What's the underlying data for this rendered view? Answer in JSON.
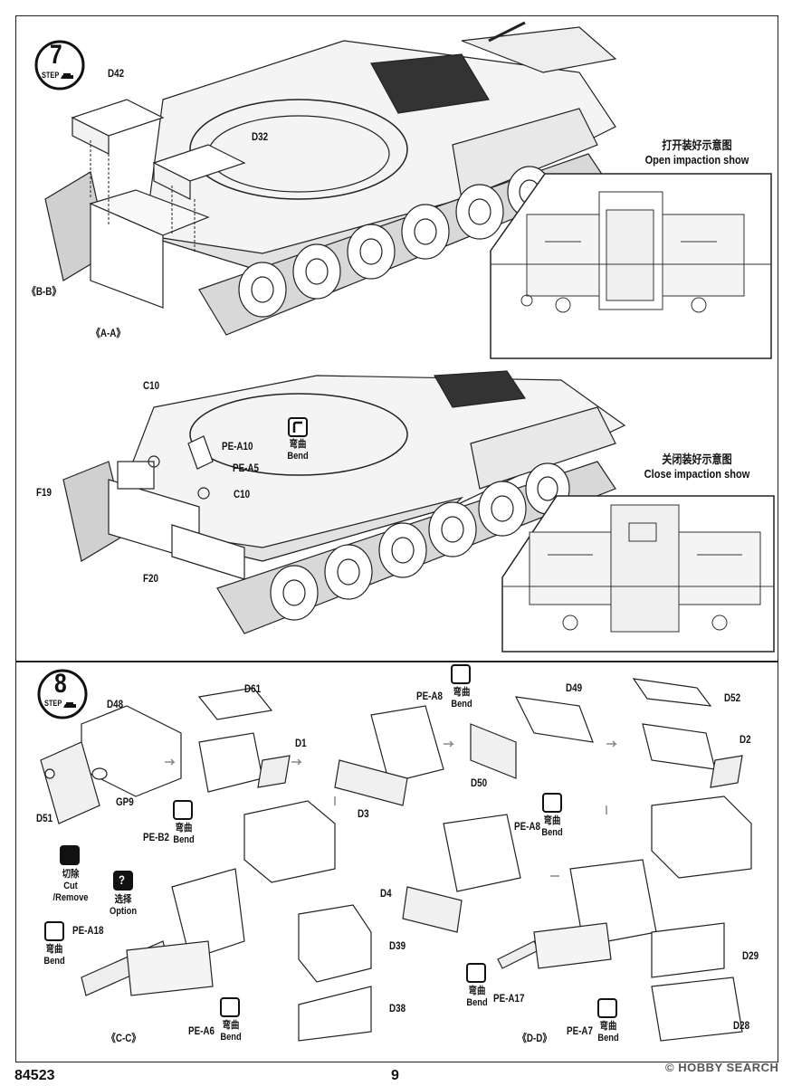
{
  "step7": {
    "number": "7",
    "word": "STEP",
    "labels": {
      "d42": "D42",
      "d32": "D32",
      "bb": "《B-B》",
      "aa": "《A-A》",
      "c10_top": "C10",
      "pe_a10": "PE-A10",
      "pe_a5": "PE-A5",
      "f19": "F19",
      "c10_mid": "C10",
      "f20": "F20"
    },
    "bend": {
      "cn": "弯曲",
      "en": "Bend"
    },
    "open_note": {
      "cn": "打开装好示意图",
      "en": "Open impaction show"
    },
    "close_note": {
      "cn": "关闭装好示意图",
      "en": "Close impaction show"
    }
  },
  "step8": {
    "number": "8",
    "word": "STEP",
    "labels": {
      "d48": "D48",
      "d51": "D51",
      "gp9": "GP9",
      "pe_b2": "PE-B2",
      "d61": "D61",
      "d1": "D1",
      "pe_a8_top": "PE-A8",
      "d3": "D3",
      "d49": "D49",
      "d50": "D50",
      "d52": "D52",
      "d2": "D2",
      "pe_a8_mid": "PE-A8",
      "d4": "D4",
      "pe_a18": "PE-A18",
      "cc": "《C-C》",
      "pe_a6": "PE-A6",
      "d39": "D39",
      "d38": "D38",
      "pe_a17": "PE-A17",
      "dd": "《D-D》",
      "pe_a7": "PE-A7",
      "d29": "D29",
      "d28": "D28"
    },
    "bend": {
      "cn": "弯曲",
      "en": "Bend"
    },
    "cut": {
      "cn": "切除",
      "en": "Cut /Remove"
    },
    "option": {
      "cn": "选择",
      "en": "Option"
    }
  },
  "footer": {
    "kit_number": "84523",
    "page_number": "9",
    "watermark": "© HOBBY SEARCH"
  }
}
